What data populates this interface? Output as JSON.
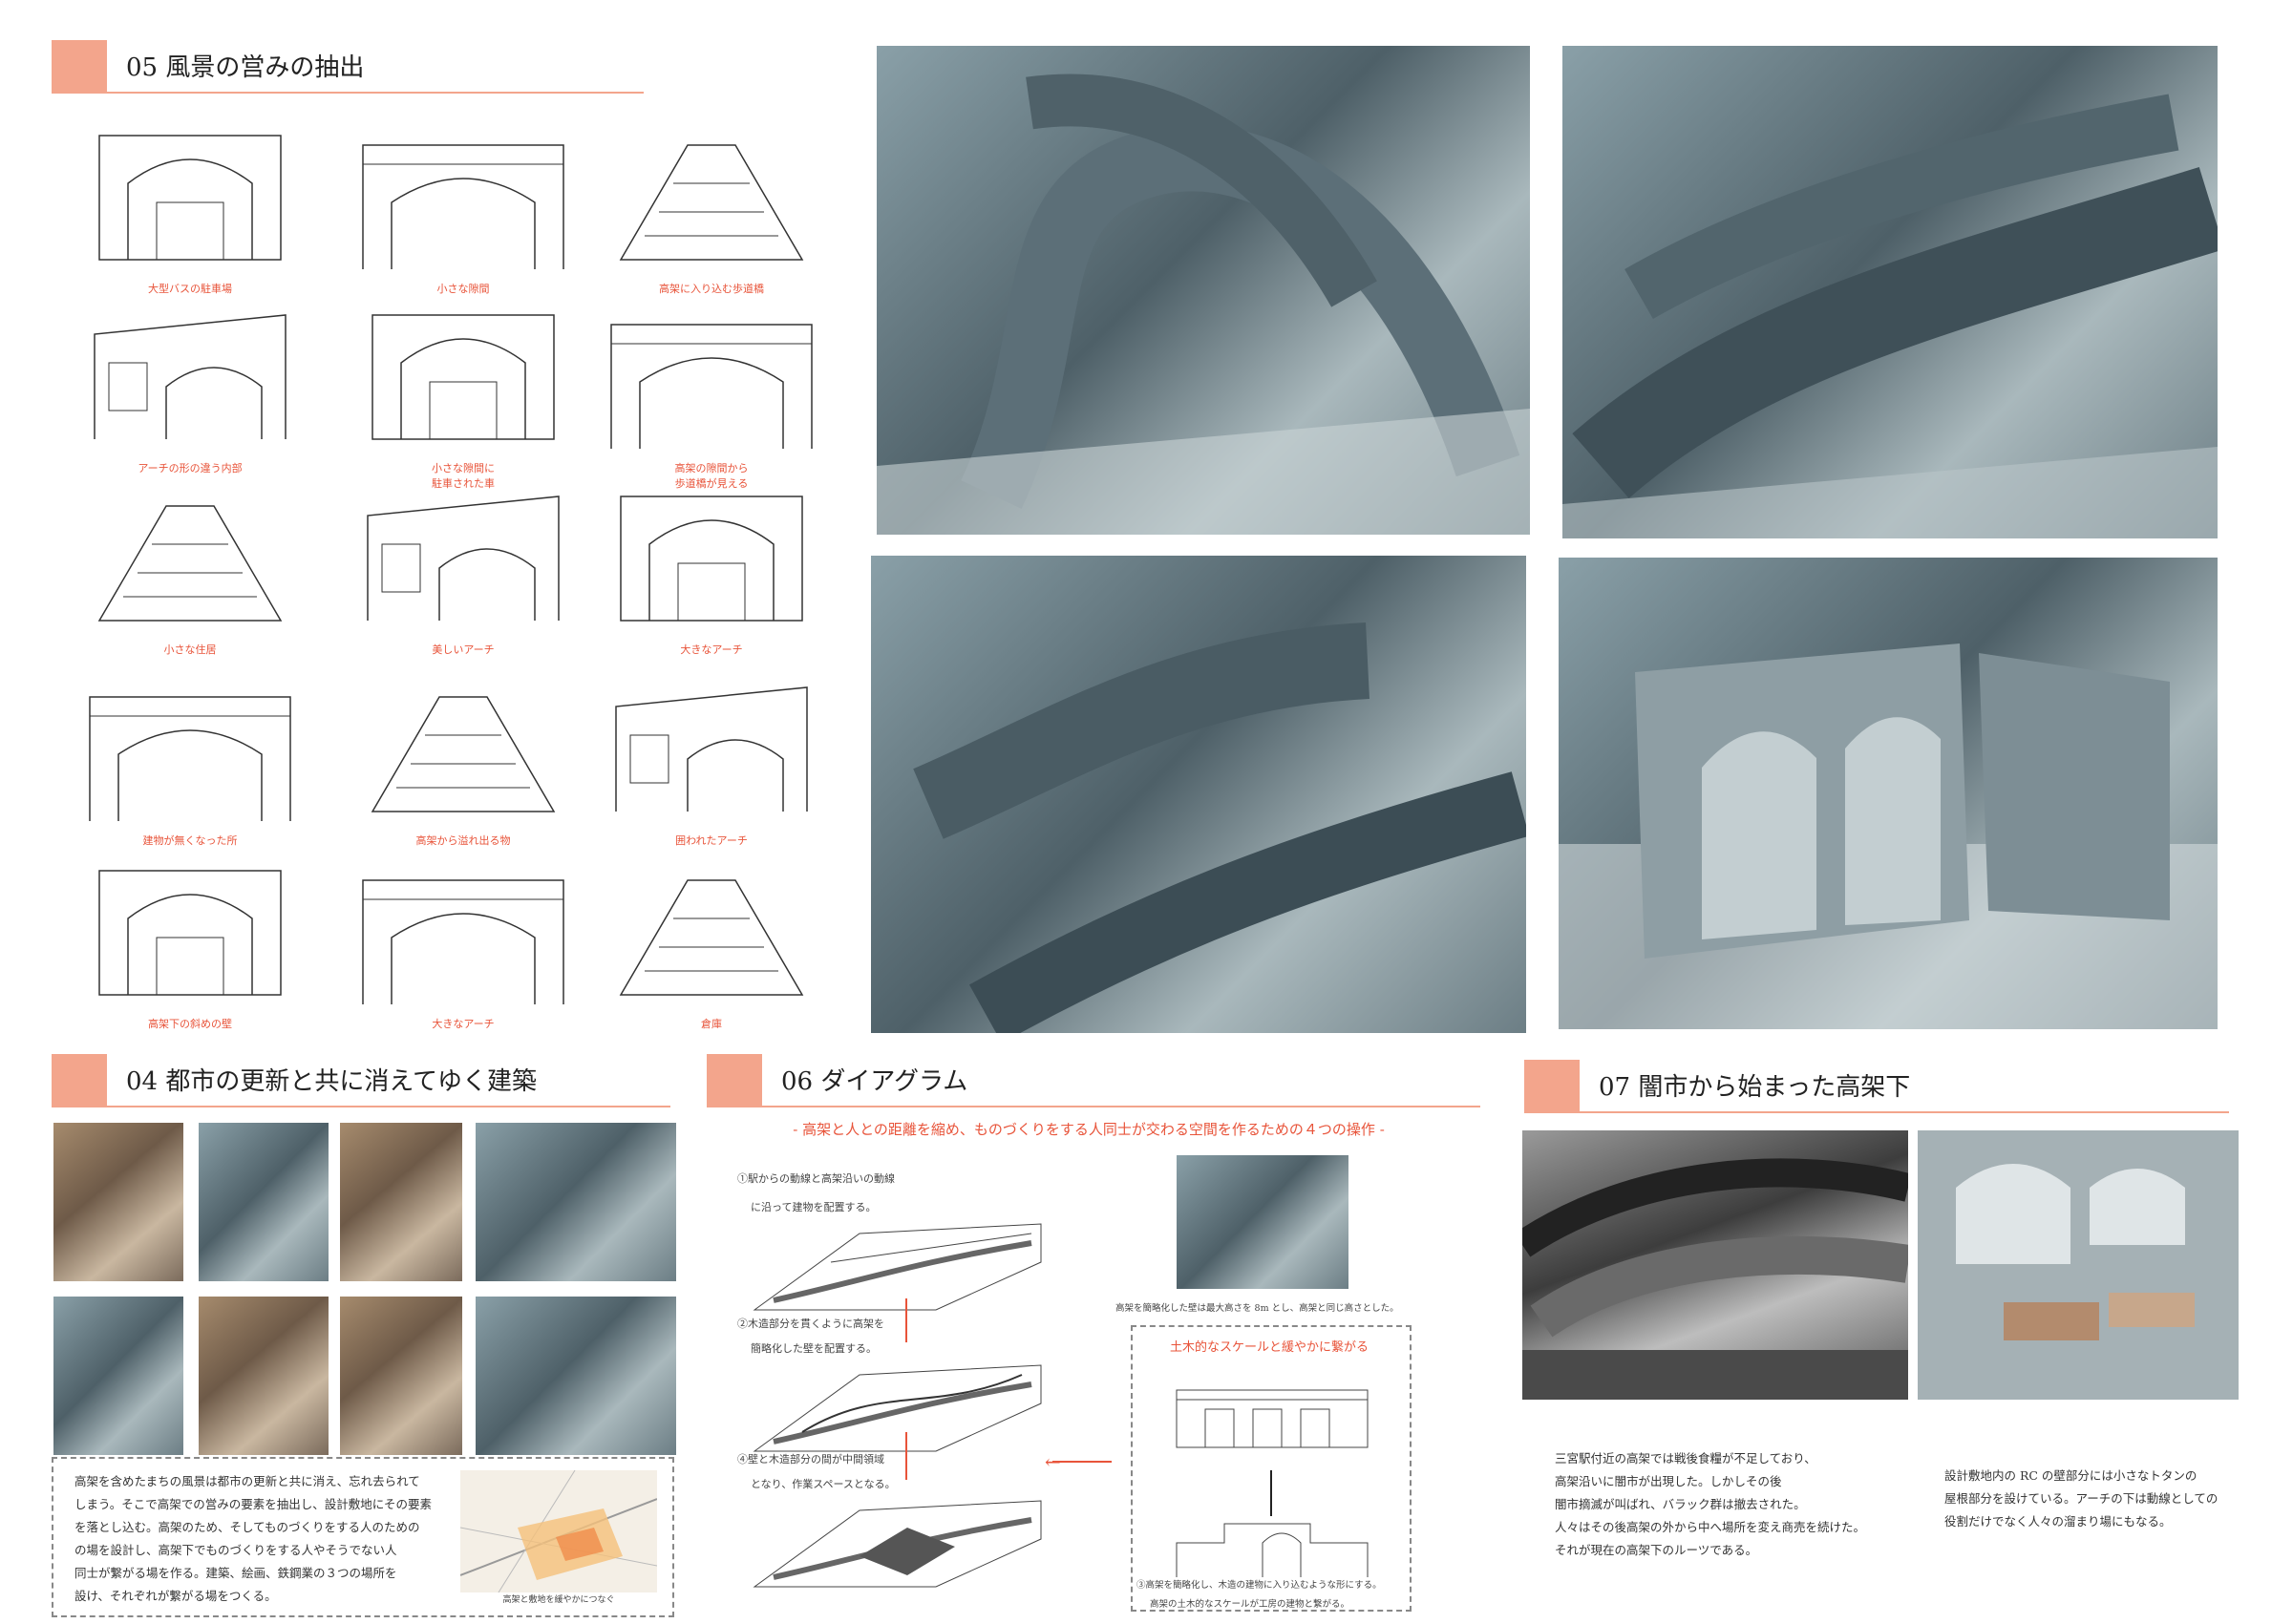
{
  "sections": {
    "s05": {
      "title": "05 風景の営みの抽出"
    },
    "s04": {
      "title": "04 都市の更新と共に消えてゆく建築"
    },
    "s06": {
      "title": "06 ダイアグラム",
      "subtitle": "- 高架と人との距離を縮め、ものづくりをする人同士が交わる空間を作るための４つの操作 -"
    },
    "s07": {
      "title": "07 闇市から始まった高架下"
    }
  },
  "sketch_captions": [
    "大型バスの駐車場",
    "小さな隙間",
    "高架に入り込む歩道橋",
    "アーチの形の違う内部",
    "小さな隙間に\n駐車された車",
    "高架の隙間から\n歩道橋が見える",
    "小さな住居",
    "美しいアーチ",
    "大きなアーチ",
    "建物が無くなった所",
    "高架から溢れ出る物",
    "囲われたアーチ",
    "高架下の斜めの壁",
    "大きなアーチ",
    "倉庫"
  ],
  "s04": {
    "text": [
      "高架を含めたまちの風景は都市の更新と共に消え、忘れ去られて",
      "しまう。そこで高架での営みの要素を抽出し、設計敷地にその要素",
      "を落とし込む。高架のため、そしてものづくりをする人のための",
      "の場を設計し、高架下でものづくりをする人やそうでない人",
      "同士が繋がる場を作る。建築、絵画、鉄鋼業の３つの場所を",
      "設け、それぞれが繋がる場をつくる。"
    ],
    "map_caption": "高架と敷地を緩やかにつなぐ"
  },
  "s06": {
    "steps": [
      {
        "line1": "①駅からの動線と高架沿いの動線",
        "line2": "に沿って建物を配置する。"
      },
      {
        "line1": "②木造部分を貫くように高架を",
        "line2": "簡略化した壁を配置する。"
      },
      {
        "line1": "④壁と木造部分の間が中間領域",
        "line2": "となり、作業スペースとなる。"
      }
    ],
    "photo_caption": "高架を簡略化した壁は最大高さを 8m とし、高架と同じ高さとした。",
    "box_title": "土木的なスケールと緩やかに繋がる",
    "box_caption_1": "③高架を簡略化し、木造の建物に入り込むような形にする。",
    "box_caption_2": "高架の土木的なスケールが工房の建物と繋がる。"
  },
  "s07": {
    "text_left": [
      "三宮駅付近の高架では戦後食糧が不足しており、",
      "高架沿いに闇市が出現した。しかしその後",
      "闇市摘滅が叫ばれ、バラック群は撤去された。",
      "人々はその後高架の外から中へ場所を変え商売を続けた。",
      "それが現在の高架下のルーツである。"
    ],
    "text_right": [
      "設計敷地内の RC の壁部分には小さなトタンの",
      "屋根部分を設けている。アーチの下は動線としての",
      "役割だけでなく人々の溜まり場にもなる。"
    ]
  },
  "colors": {
    "accent": "#f3a58c",
    "caption_red": "#e8543a"
  }
}
